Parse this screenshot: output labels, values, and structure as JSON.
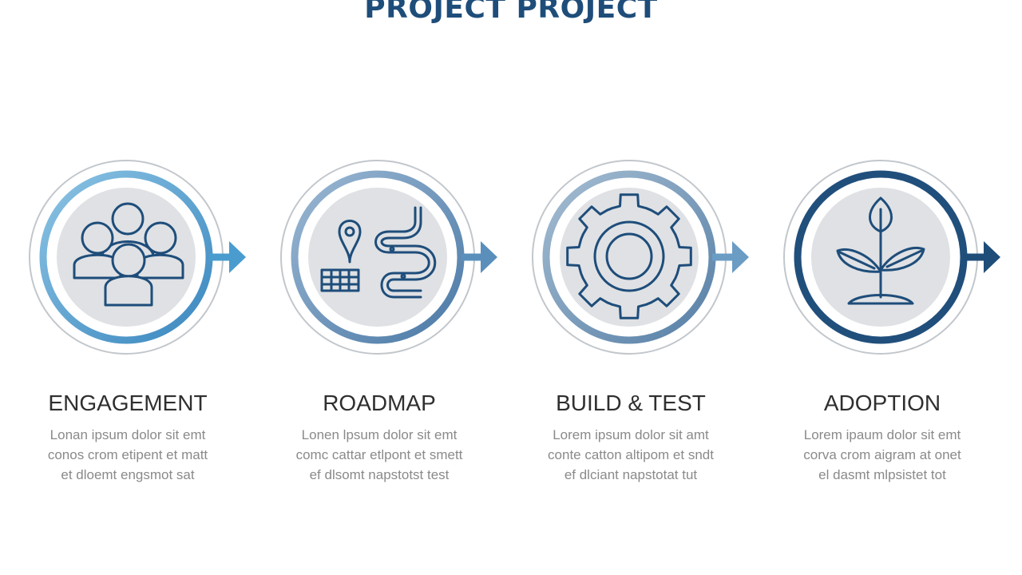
{
  "title": "PROJECT PROJECT",
  "steps": [
    {
      "label": "ENGAGEMENT",
      "icon": "people-group-icon",
      "desc": [
        "Lonan ipsum dolor sit emt",
        "conos crom etipent et matt",
        "et dloemt engsmot sat"
      ],
      "ring_colors": [
        "#7ab8dc",
        "#3f8fc4"
      ],
      "arrow_color": "#4a9ccf"
    },
    {
      "label": "ROADMAP",
      "icon": "map-route-icon",
      "desc": [
        "Lonen lpsum dolor sit emt",
        "comc cattar etlpont et smett",
        "ef dlsomt napstotst test"
      ],
      "ring_colors": [
        "#7fa3c4",
        "#4f7fae"
      ],
      "arrow_color": "#5a8fbb"
    },
    {
      "label": "BUILD & TEST",
      "icon": "gear-icon",
      "desc": [
        "Lorem ipsum dolor sit amt",
        "conte catton altipom et sndt",
        "ef dlciant napstotat tut"
      ],
      "ring_colors": [
        "#86a7c4",
        "#5d86ab"
      ],
      "arrow_color": "#6b9cc4"
    },
    {
      "label": "ADOPTION",
      "icon": "plant-sprout-icon",
      "desc": [
        "Lorem ipaum dolor sit emt",
        "corva crom aigram at onet",
        "el dasmt mlpsistet tot"
      ],
      "ring_colors": [
        "#2a5a85",
        "#1e4d7a"
      ],
      "arrow_color": "#1e4d7a"
    }
  ]
}
